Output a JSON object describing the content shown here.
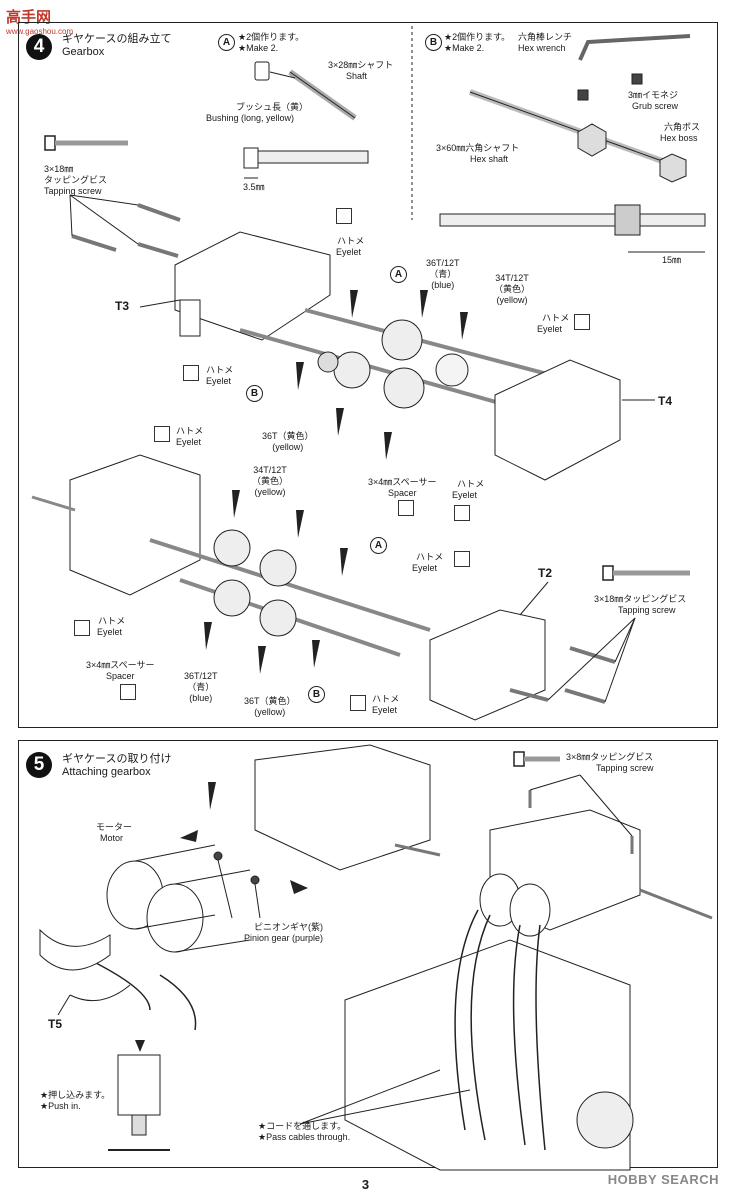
{
  "watermark": {
    "logo": "高手网",
    "url": "www.gaoshou.com"
  },
  "step4": {
    "number": "4",
    "title_jp": "ギヤケースの組み立て",
    "title_en": "Gearbox",
    "box_a": {
      "label": "A",
      "make_jp": "★2個作ります。",
      "make_en": "★Make 2.",
      "shaft_jp": "3×28㎜シャフト",
      "shaft_en": "Shaft",
      "bushing_jp": "ブッシュ長（黄）",
      "bushing_en": "Bushing (long, yellow)",
      "dim": "3.5㎜"
    },
    "box_b": {
      "label": "B",
      "make_jp": "★2個作ります。",
      "make_en": "★Make 2.",
      "wrench_jp": "六角棒レンチ",
      "wrench_en": "Hex wrench",
      "grub_jp": "3㎜イモネジ",
      "grub_en": "Grub screw",
      "boss_jp": "六角ボス",
      "boss_en": "Hex boss",
      "hexshaft_jp": "3×60㎜六角シャフト",
      "hexshaft_en": "Hex shaft",
      "dim": "15㎜"
    },
    "screw_jp": "3×18㎜\nタッピングビス",
    "screw_jp_l1": "3×18㎜",
    "screw_jp_l2": "タッピングビス",
    "screw_en": "Tapping screw",
    "eyelet_jp": "ハトメ",
    "eyelet_en": "Eyelet",
    "gear_3612_a": "36T/12T",
    "gear_3612_b": "（青）",
    "gear_3612_c": "(blue)",
    "gear_3412_a": "34T/12T",
    "gear_3412_b": "（黄色）",
    "gear_3412_c": "(yellow)",
    "gear_36_a": "36T（黄色）",
    "gear_36_b": "(yellow)",
    "spacer_jp": "3×4㎜スペーサー",
    "spacer_en": "Spacer",
    "screw18_jp": "3×18㎜タッピングビス",
    "parts": {
      "t3": "T3",
      "t4": "T4",
      "t2": "T2"
    },
    "lbl_a": "A",
    "lbl_b": "B"
  },
  "step5": {
    "number": "5",
    "title_jp": "ギヤケースの取り付け",
    "title_en": "Attaching gearbox",
    "motor_jp": "モーター",
    "motor_en": "Motor",
    "pinion_jp": "ピニオンギヤ(紫)",
    "pinion_en": "Pinion gear (purple)",
    "screw_jp": "3×8㎜タッピングビス",
    "screw_en": "Tapping screw",
    "push_jp": "★押し込みます。",
    "push_en": "★Push in.",
    "cables_jp": "★コードを通します。",
    "cables_en": "★Pass cables through.",
    "part_t5": "T5"
  },
  "page_number": "3",
  "footer_watermark": "HOBBY SEARCH"
}
